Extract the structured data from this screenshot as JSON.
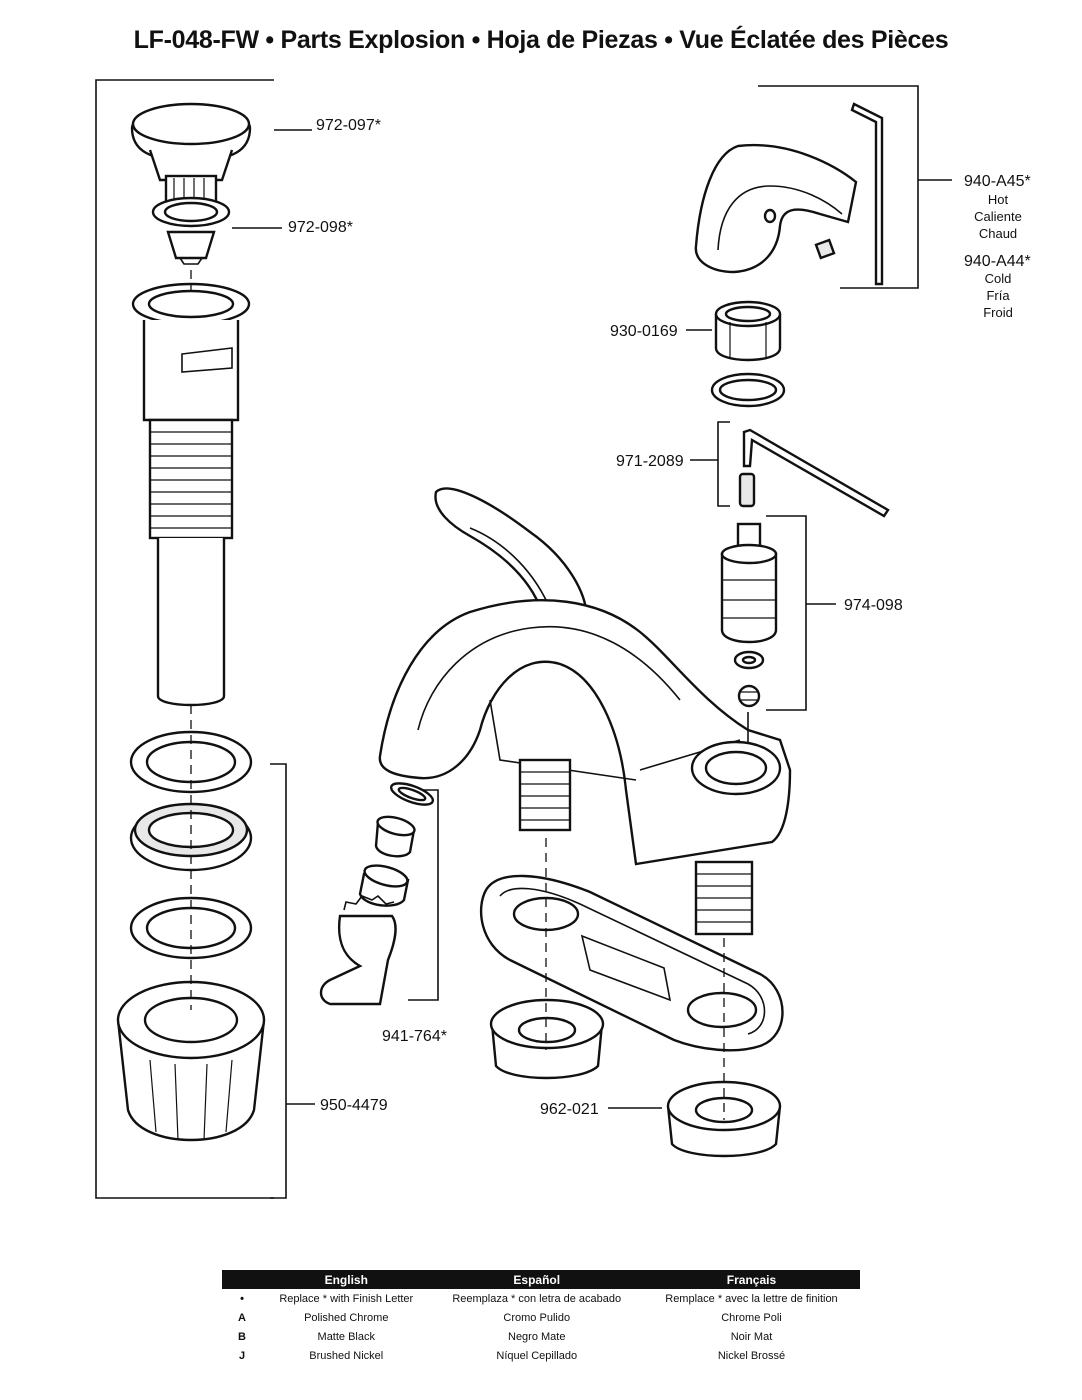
{
  "title": "LF-048-FW  •  Parts Explosion  •  Hoja de Piezas  •  Vue Éclatée des Pièces",
  "parts": {
    "p972_097": "972-097*",
    "p972_098": "972-098*",
    "p950_4479": "950-4479",
    "p941_764": "941-764*",
    "p962_021": "962-021",
    "p940_A45": "940-A45*",
    "hot_en": "Hot",
    "hot_es": "Caliente",
    "hot_fr": "Chaud",
    "p940_A44": "940-A44*",
    "cold_en": "Cold",
    "cold_es": "Fría",
    "cold_fr": "Froid",
    "p930_0169": "930-0169",
    "p971_2089": "971-2089",
    "p974_098": "974-098"
  },
  "finish_table": {
    "headers": [
      "English",
      "Español",
      "Français"
    ],
    "rows": [
      {
        "code": "•",
        "en": "Replace * with Finish Letter",
        "es": "Reemplaza * con letra de acabado",
        "fr": "Remplace * avec la lettre de finition"
      },
      {
        "code": "A",
        "en": "Polished Chrome",
        "es": "Cromo Pulido",
        "fr": "Chrome Poli"
      },
      {
        "code": "B",
        "en": "Matte Black",
        "es": "Negro Mate",
        "fr": "Noir Mat"
      },
      {
        "code": "J",
        "en": "Brushed Nickel",
        "es": "Níquel Cepillado",
        "fr": "Nickel Brossé"
      }
    ]
  }
}
